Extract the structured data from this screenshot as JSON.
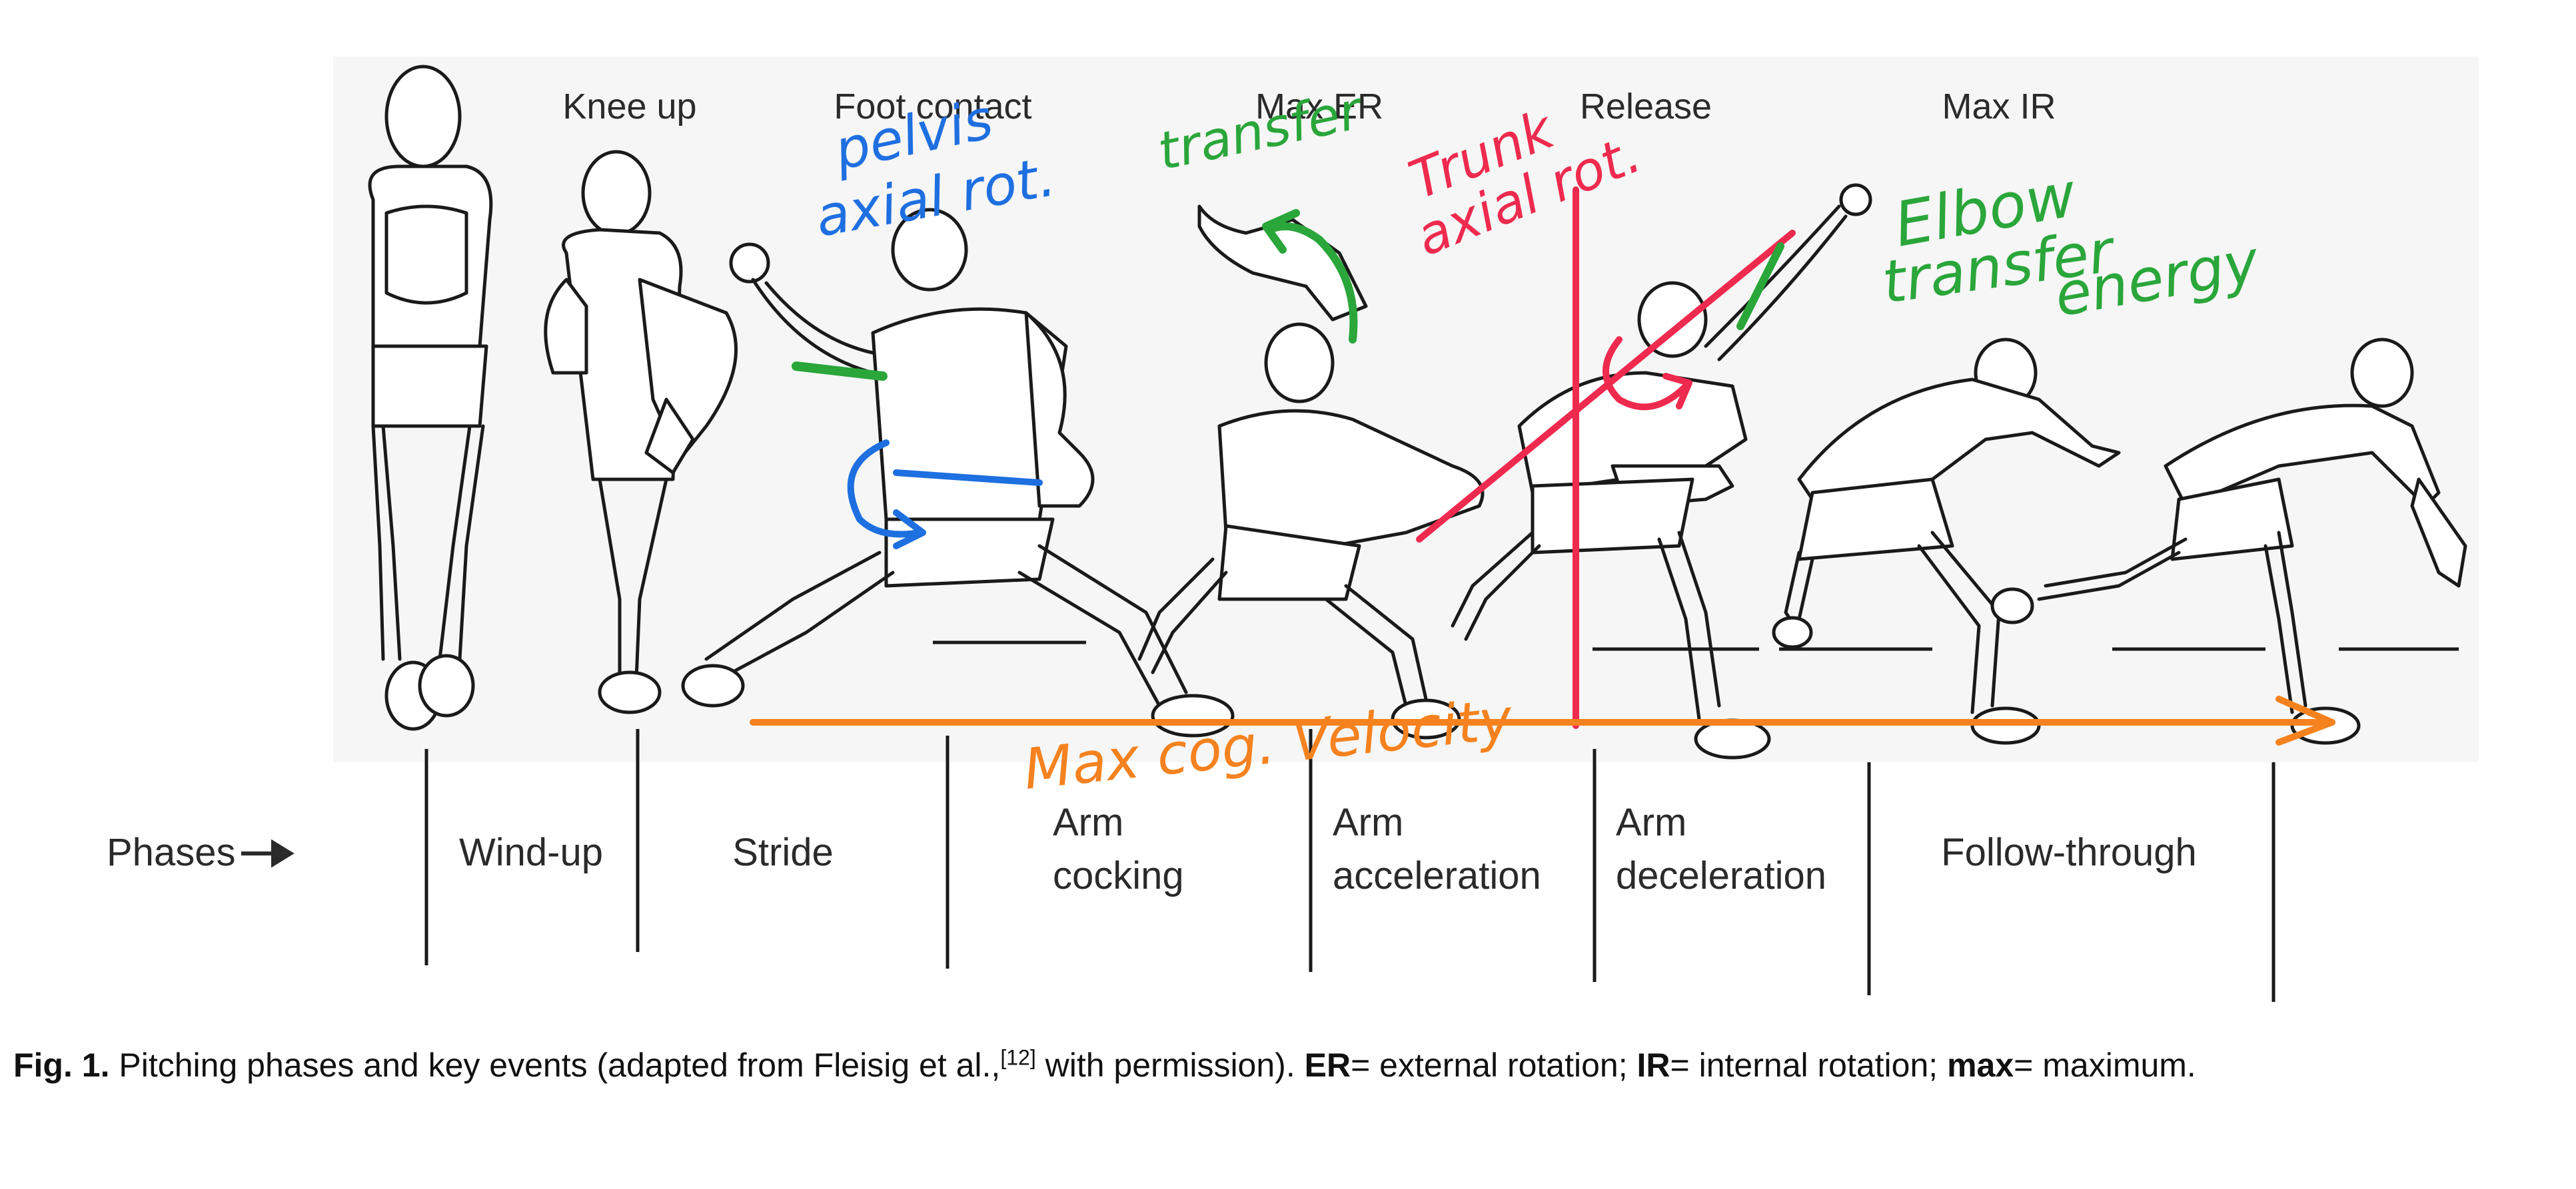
{
  "figure": {
    "events": [
      "Knee up",
      "Foot contact",
      "Max ER",
      "Release",
      "Max IR"
    ],
    "phases_header": "Phases",
    "phases": [
      {
        "line1": "Wind-up",
        "line2": ""
      },
      {
        "line1": "Stride",
        "line2": ""
      },
      {
        "line1": "Arm",
        "line2": "cocking"
      },
      {
        "line1": "Arm",
        "line2": "acceleration"
      },
      {
        "line1": "Arm",
        "line2": "deceleration"
      },
      {
        "line1": "Follow-through",
        "line2": ""
      }
    ]
  },
  "annotations": {
    "pelvis_line1": "pelvis",
    "pelvis_line2": "axial rot.",
    "transfer": "transfer",
    "trunk_line1": "Trunk",
    "trunk_line2": "axial rot.",
    "elbow_line1": "Elbow",
    "elbow_line2": "transfer",
    "elbow_line3": "energy",
    "cog_velocity": "Max cog. Velocity"
  },
  "caption": {
    "label": "Fig. 1.",
    "text_a": "Pitching phases and key events (adapted from Fleisig et al.,",
    "ref": "[12]",
    "text_b": "with permission).",
    "er_abbr": "ER",
    "er_def": "= external rotation;",
    "ir_abbr": "IR",
    "ir_def": "= internal rotation;",
    "max_abbr": "max",
    "max_def": "= maximum."
  },
  "colors": {
    "blue": "#1e6fe0",
    "green": "#2aa63a",
    "red": "#ee2a4e",
    "orange": "#f5821f",
    "line": "#1a1a1a"
  }
}
